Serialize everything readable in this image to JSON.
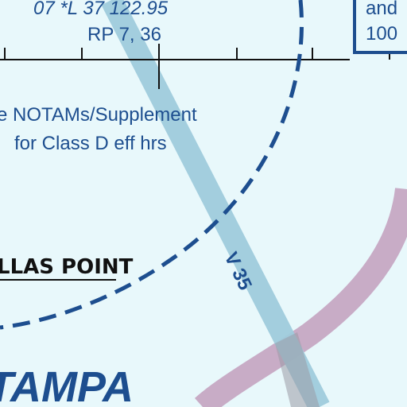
{
  "map": {
    "airport_info_line": "07 *L 37 122.95",
    "rp_line": "RP 7, 36",
    "notam_line1": "e NOTAMs/Supplement",
    "notam_line2": "for Class D eff hrs",
    "reporting_point": "LLAS POINT",
    "airway": "V 35",
    "city": "TAMPA",
    "info_box_line1": "and",
    "info_box_line2": "100"
  },
  "colors": {
    "background": "#e8f8fb",
    "class_d_boundary": "#1d4e8f",
    "airway": "#9ecbdd",
    "class_b_band": "#c6a9c4",
    "text_blue": "#1d4e8f"
  }
}
